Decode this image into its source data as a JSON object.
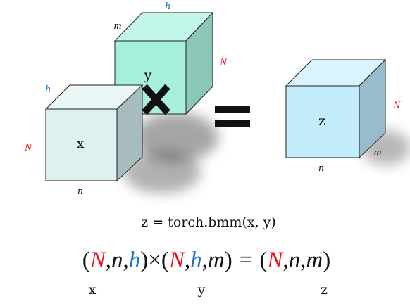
{
  "cubes": {
    "x": {
      "name": "x",
      "label_front": "N",
      "label_top": "h",
      "label_bottom": "n"
    },
    "y": {
      "name": "y",
      "label_top_left": "m",
      "label_top": "h",
      "label_right": "N"
    },
    "z": {
      "name": "z",
      "label_right": "N",
      "label_depth": "m",
      "label_bottom": "n"
    }
  },
  "code": "z = torch.bmm(x, y)",
  "equation": {
    "lhs1": {
      "open": "(",
      "a": "N",
      "c1": ",",
      "b": "n",
      "c2": ",",
      "c": "h",
      "close": ")"
    },
    "times": "×",
    "lhs2": {
      "open": "(",
      "a": "N",
      "c1": ",",
      "b": "h",
      "c2": ",",
      "c": "m",
      "close": ")"
    },
    "equals": "=",
    "rhs": {
      "open": "(",
      "a": "N",
      "c1": ",",
      "b": "n",
      "c2": ",",
      "c": "m",
      "close": ")"
    }
  },
  "captions": {
    "x": "x",
    "y": "y",
    "z": "z"
  },
  "colors": {
    "red": "#e8121e",
    "blue": "#1a6fc9",
    "cube_x_front": "#dff0f1",
    "cube_x_top": "#ebf7f7",
    "cube_x_side": "#a6bcbe",
    "cube_y_front": "#a7f0dd",
    "cube_y_top": "#c2f7e9",
    "cube_y_side": "#8bc7b6",
    "cube_z_front": "#c3ecfb",
    "cube_z_top": "#d9f4fd",
    "cube_z_side": "#99bccc",
    "ink": "#111111"
  }
}
